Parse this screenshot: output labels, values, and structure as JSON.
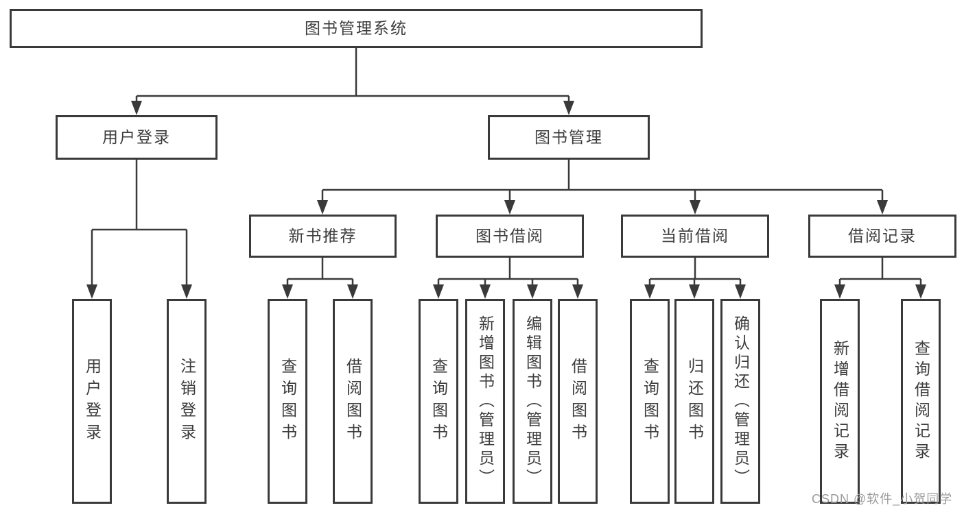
{
  "colors": {
    "line": "#3a3a3a",
    "text": "#3d3d3d",
    "box_background": "#ffffff",
    "page_background": "#ffffff",
    "watermark": "#9b9b9b"
  },
  "diagram": {
    "root": {
      "label": "图书管理系统"
    },
    "level2": [
      {
        "label": "用户登录"
      },
      {
        "label": "图书管理"
      }
    ],
    "level3": [
      {
        "label": "新书推荐"
      },
      {
        "label": "图书借阅"
      },
      {
        "label": "当前借阅"
      },
      {
        "label": "借阅记录"
      }
    ],
    "leaves": {
      "user_login": [
        {
          "label": "用户登录"
        },
        {
          "label": "注销登录"
        }
      ],
      "new_book_recommend": [
        {
          "label": "查询图书"
        },
        {
          "label": "借阅图书"
        }
      ],
      "book_borrowing": [
        {
          "label": "查询图书"
        },
        {
          "label": "新增图书（管理员）"
        },
        {
          "label": "编辑图书（管理员）"
        },
        {
          "label": "借阅图书"
        }
      ],
      "current_borrowing": [
        {
          "label": "查询图书"
        },
        {
          "label": "归还图书"
        },
        {
          "label": "确认归还（管理员）"
        }
      ],
      "borrowing_records": [
        {
          "label": "新增借阅记录"
        },
        {
          "label": "查询借阅记录"
        }
      ]
    }
  },
  "watermark": {
    "text": "CSDN @软件_小贺同学"
  }
}
